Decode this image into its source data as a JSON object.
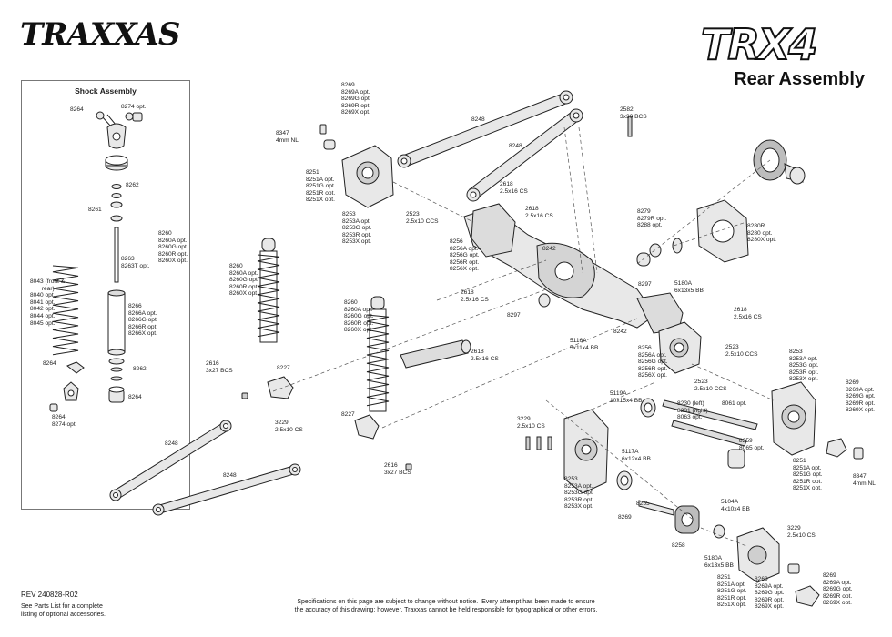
{
  "brand": {
    "logo_text": "TRAXXAS"
  },
  "model": {
    "logo_text": "TRX4"
  },
  "title": "Rear Assembly",
  "shock_panel": {
    "title": "Shock Assembly",
    "labels": [
      {
        "id": "s1",
        "text": "8264"
      },
      {
        "id": "s2",
        "text": "8274 opt."
      },
      {
        "id": "s3",
        "text": "8262"
      },
      {
        "id": "s4",
        "text": "8261"
      },
      {
        "id": "s5",
        "text": "8260\n8260A opt.\n8260G opt.\n8260R opt.\n8260X opt."
      },
      {
        "id": "s6",
        "text": "8263\n8263T opt."
      },
      {
        "id": "s7",
        "text": "8043 (front &\n       rear)\n8040 opt.\n8041 opt.\n8042 opt.\n8044 opt.\n8045 opt."
      },
      {
        "id": "s8",
        "text": "8266\n8266A opt.\n8266G opt.\n8266R opt.\n8266X opt."
      },
      {
        "id": "s9",
        "text": "8264"
      },
      {
        "id": "s10",
        "text": "8262"
      },
      {
        "id": "s11",
        "text": "8264"
      },
      {
        "id": "s12",
        "text": "8264\n8274 opt."
      }
    ]
  },
  "labels": [
    {
      "id": "m1",
      "text": "8269\n8269A opt.\n8269G opt.\n8269R opt.\n8269X opt."
    },
    {
      "id": "m2",
      "text": "8347\n4mm NL"
    },
    {
      "id": "m3",
      "text": "8251\n8251A opt.\n8251G opt.\n8251R opt.\n8251X opt."
    },
    {
      "id": "m4",
      "text": "8248"
    },
    {
      "id": "m5",
      "text": "8248"
    },
    {
      "id": "m6",
      "text": "2582\n3x30 BCS"
    },
    {
      "id": "m7",
      "text": "2618\n2.5x16 CS"
    },
    {
      "id": "m8",
      "text": "2618\n2.5x16 CS"
    },
    {
      "id": "m9",
      "text": "2523\n2.5x10 CCS"
    },
    {
      "id": "m10",
      "text": "8253\n8253A opt.\n8253G opt.\n8253R opt.\n8253X opt."
    },
    {
      "id": "m11",
      "text": "8256\n8256A opt.\n8256G opt.\n8256R opt.\n8256X opt."
    },
    {
      "id": "m12",
      "text": "8242"
    },
    {
      "id": "m13",
      "text": "8279\n8279R opt.\n8288 opt."
    },
    {
      "id": "m14",
      "text": "8280R\n8280 opt.\n8280X opt."
    },
    {
      "id": "m15",
      "text": "8260\n8260A opt.\n8260G opt.\n8260R opt.\n8260X opt."
    },
    {
      "id": "m16",
      "text": "8297"
    },
    {
      "id": "m17",
      "text": "5180A\n6x13x5 BB"
    },
    {
      "id": "m18",
      "text": "2618\n2.5x16 CS"
    },
    {
      "id": "m19",
      "text": "8260\n8260A opt.\n8260G opt.\n8260R opt.\n8260X opt."
    },
    {
      "id": "m20",
      "text": "8297"
    },
    {
      "id": "m21",
      "text": "2618\n2.5x16 CS"
    },
    {
      "id": "m22",
      "text": "8242"
    },
    {
      "id": "m23",
      "text": "5116A\n5x11x4 BB"
    },
    {
      "id": "m24",
      "text": "2618\n2.5x16 CS"
    },
    {
      "id": "m25",
      "text": "8256\n8256A opt.\n8256G opt.\n8256R opt.\n8256X opt."
    },
    {
      "id": "m26",
      "text": "2523\n2.5x10 CCS"
    },
    {
      "id": "m27",
      "text": "2523\n2.5x10 CCS"
    },
    {
      "id": "m28",
      "text": "8253\n8253A opt.\n8253G opt.\n8253R opt.\n8253X opt."
    },
    {
      "id": "m29",
      "text": "2616\n3x27 BCS"
    },
    {
      "id": "m30",
      "text": "8227"
    },
    {
      "id": "m31",
      "text": "5119A\n10x15x4 BB"
    },
    {
      "id": "m32",
      "text": "8230 (left)\n8231 (right)\n8063 opt."
    },
    {
      "id": "m33",
      "text": "8061 opt."
    },
    {
      "id": "m34",
      "text": "8269\n8269A opt.\n8269G opt.\n8269R opt.\n8269X opt."
    },
    {
      "id": "m35",
      "text": "3229\n2.5x10 CS"
    },
    {
      "id": "m36",
      "text": "8227"
    },
    {
      "id": "m37",
      "text": "3229\n2.5x10 CS"
    },
    {
      "id": "m38",
      "text": "8259\n8065 opt."
    },
    {
      "id": "m39",
      "text": "8248"
    },
    {
      "id": "m40",
      "text": "2616\n3x27 BCS"
    },
    {
      "id": "m41",
      "text": "5117A\n6x12x4 BB"
    },
    {
      "id": "m42",
      "text": "8251\n8251A opt.\n8251G opt.\n8251R opt.\n8251X opt."
    },
    {
      "id": "m43",
      "text": "8347\n4mm NL"
    },
    {
      "id": "m44",
      "text": "8248"
    },
    {
      "id": "m45",
      "text": "8253\n8253A opt.\n8253G opt.\n8253R opt.\n8253X opt."
    },
    {
      "id": "m46",
      "text": "8255"
    },
    {
      "id": "m47",
      "text": "5104A\n4x10x4 BB"
    },
    {
      "id": "m48",
      "text": "8269"
    },
    {
      "id": "m49",
      "text": "3229\n2.5x10 CS"
    },
    {
      "id": "m50",
      "text": "8258"
    },
    {
      "id": "m51",
      "text": "5180A\n6x13x5 BB"
    },
    {
      "id": "m52",
      "text": "8251\n8251A opt.\n8251G opt.\n8251R opt.\n8251X opt."
    },
    {
      "id": "m53",
      "text": "8269\n8269A opt.\n8269G opt.\n8269R opt.\n8269X opt."
    },
    {
      "id": "m54",
      "text": "8269\n8269A opt.\n8269G opt.\n8269R opt.\n8269X opt."
    }
  ],
  "footer": {
    "revision": "REV 240828-R02",
    "parts_note": "See Parts List for a complete\nlisting of optional accessories.",
    "disclaimer": "Specifications on this page are subject to change without notice.  Every attempt has been made to ensure\nthe accuracy of this drawing; however, Traxxas cannot be held responsible for typographical or other errors."
  },
  "colors": {
    "line": "#222222",
    "part_fill": "#e8e8e8",
    "part_dark": "#9a9a9a",
    "leader": "#555555"
  }
}
